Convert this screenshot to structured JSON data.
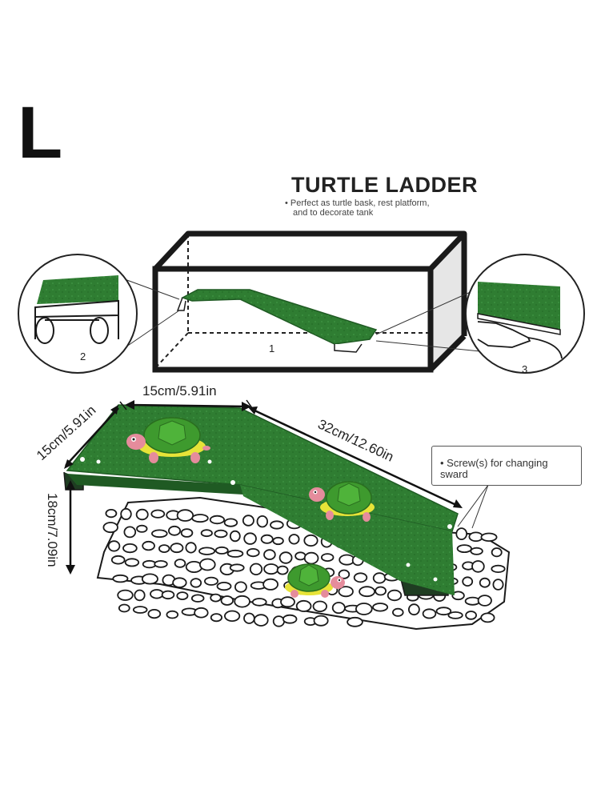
{
  "size_label": "L",
  "title": "TURTLE LADDER",
  "subtitle": {
    "line1": "• Perfect as turtle bask, rest platform,",
    "line2": "and to decorate tank"
  },
  "callouts": {
    "main": "1",
    "left": "2",
    "right": "3"
  },
  "dimensions": {
    "width": "15cm/5.91in",
    "platform_length": "15cm/5.91in",
    "ramp_length": "32cm/12.60in",
    "height": "18cm/7.09in"
  },
  "note": {
    "line1": "• Screw(s) for changing",
    "line2": "sward"
  },
  "colors": {
    "grass": "#2f7d32",
    "grass_dark": "#1f5a23",
    "turtle_shell": "#3e9a2e",
    "turtle_skin": "#e58c9c",
    "outline": "#1a1a1a"
  }
}
